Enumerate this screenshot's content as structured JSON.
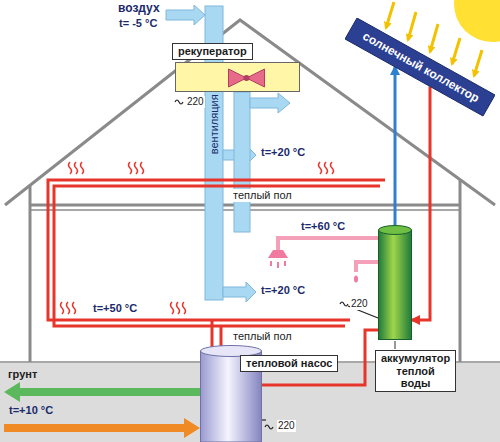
{
  "diagram": {
    "nodes": [
      {
        "text": [
          "рекуператор"
        ]
      },
      {
        "text": [
          "солнечный коллектор"
        ]
      },
      {
        "text": [
          "тепловой насос"
        ]
      },
      {
        "text": [
          "аккумулятор теплой воды"
        ]
      }
    ],
    "edges": [
      {
        "from": 1,
        "to": 3,
        "arrow": "to"
      },
      {
        "from": 3,
        "to": 1,
        "arrow": "to"
      },
      {
        "from": 2,
        "to": 3,
        "arrow": "none"
      }
    ],
    "labels": [
      "воздух",
      "t= -5 °C",
      "220",
      "вентиляция",
      "t=+20 °C",
      "теплый пол",
      "t=+60 °C",
      "220",
      "t=+20 °C",
      "t=+50 °C",
      "теплый пол",
      "220",
      "грунт",
      "t=+10 °C"
    ]
  }
}
